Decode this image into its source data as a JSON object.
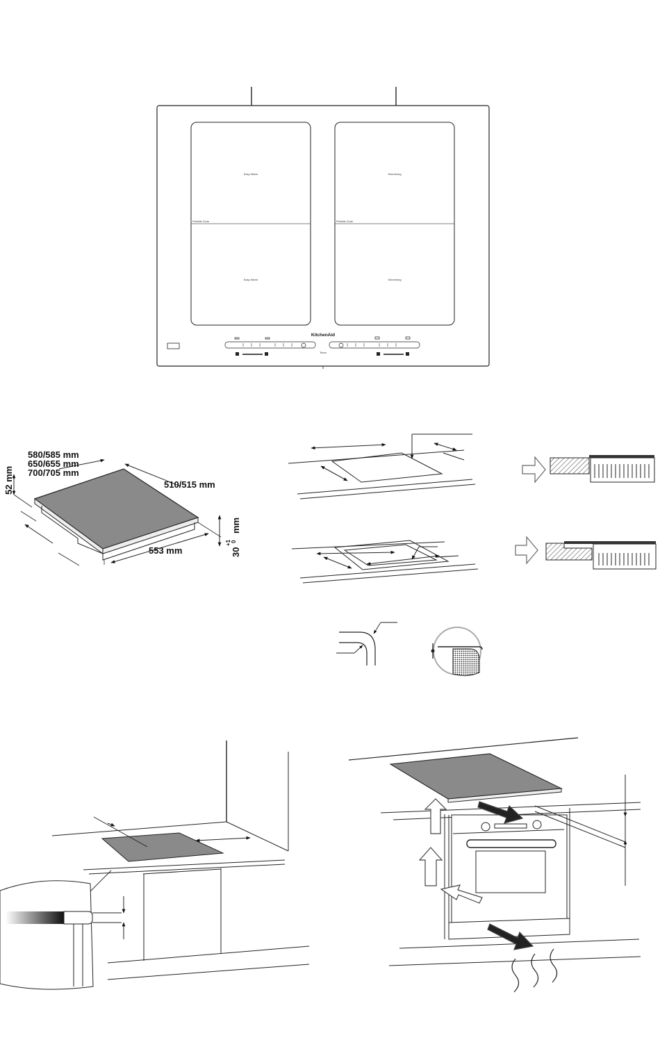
{
  "hob": {
    "zones": {
      "top_left": "Easy Warm",
      "bottom_left": "Easy Warm",
      "top_right": "Simmering",
      "bottom_right": "Simmering",
      "left_divider": "Flexible Zone",
      "right_divider": "Flexible Zone"
    },
    "brand": "KitchenAid",
    "timer_label": "Timer"
  },
  "dimensions": {
    "widths": [
      "580/585 mm",
      "650/655 mm",
      "700/705 mm"
    ],
    "depth": "510/515 mm",
    "height": "52 mm",
    "cutout_width": "553 mm",
    "thickness": "30",
    "thickness_tol_plus": "+1",
    "thickness_tol_zero": "0",
    "thickness_unit": "mm"
  }
}
